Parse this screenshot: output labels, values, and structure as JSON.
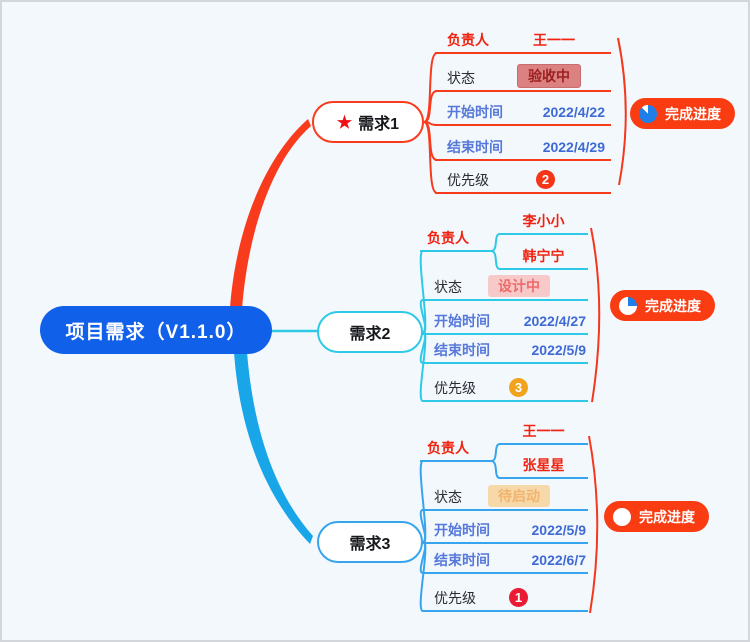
{
  "palette": {
    "background": "#f3f8fd",
    "border": "#d3d6db",
    "root_blue": "#1160ea",
    "branch1_color": "#f93b1d",
    "branch2_color": "#2fc9e8",
    "branch3_color": "#36a5ee",
    "progress_badge": "#fa3c12",
    "pie_blue": "#1f7fe8",
    "red_text": "#ef2310",
    "date_text": "#4b72d8"
  },
  "root": {
    "label": "项目需求（V1.1.0）"
  },
  "branches": [
    {
      "label": "需求1",
      "icon": "red-star",
      "owner_label": "负责人",
      "owners": [
        "王一一"
      ],
      "status_label": "状态",
      "status_value": "验收中",
      "start_label": "开始时间",
      "start_value": "2022/4/22",
      "end_label": "结束时间",
      "end_value": "2022/4/29",
      "priority_label": "优先级",
      "priority_value": "2",
      "progress_label": "完成进度",
      "progress_percent": 88
    },
    {
      "label": "需求2",
      "owner_label": "负责人",
      "owners": [
        "李小小",
        "韩宁宁"
      ],
      "status_label": "状态",
      "status_value": "设计中",
      "start_label": "开始时间",
      "start_value": "2022/4/27",
      "end_label": "结束时间",
      "end_value": "2022/5/9",
      "priority_label": "优先级",
      "priority_value": "3",
      "progress_label": "完成进度",
      "progress_percent": 25
    },
    {
      "label": "需求3",
      "owner_label": "负责人",
      "owners": [
        "王一一",
        "张星星"
      ],
      "status_label": "状态",
      "status_value": "待启动",
      "start_label": "开始时间",
      "start_value": "2022/5/9",
      "end_label": "结束时间",
      "end_value": "2022/6/7",
      "priority_label": "优先级",
      "priority_value": "1",
      "progress_label": "完成进度",
      "progress_percent": 0
    }
  ]
}
